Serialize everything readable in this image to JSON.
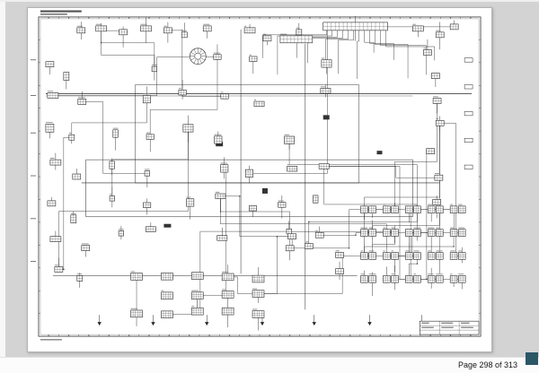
{
  "viewer": {
    "canvas_background": "#d3d3d3",
    "page_background": "#ffffff"
  },
  "status_bar": {
    "page_indicator": "Page 298 of 313",
    "background": "#fcfcfc",
    "text_color": "#141414",
    "accent_color": "#2a5666"
  },
  "diagram": {
    "kind": "electrical-wiring-diagram-sheet",
    "ink_color": "#262626",
    "frame_color": "#333333",
    "grid_divisions_horizontal": 22,
    "grid_divisions_vertical": 14
  }
}
